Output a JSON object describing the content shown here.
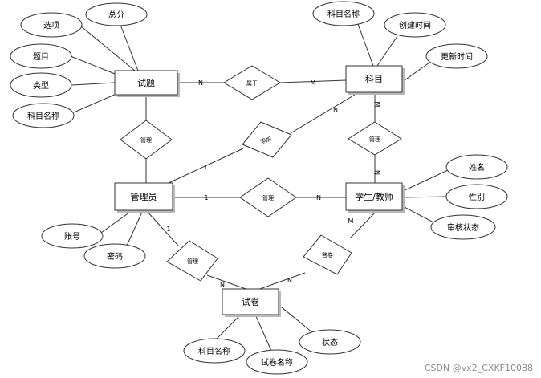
{
  "entities": {
    "question": "试题",
    "subject": "科目",
    "admin": "管理员",
    "student": "学生/教师",
    "paper": "试卷"
  },
  "attributes": {
    "options": "选项",
    "score": "总分",
    "topic": "题目",
    "type": "类型",
    "q_subject": "科目名称",
    "s_name": "科目名称",
    "created": "创建时间",
    "updated": "更新时间",
    "name": "姓名",
    "gender": "性别",
    "review": "审核状态",
    "account": "账号",
    "password": "密码",
    "p_subject": "科目名称",
    "p_name": "试卷名称",
    "p_status": "状态"
  },
  "relationships": {
    "belongs": "属于",
    "manage_q": "管理",
    "manage_s": "管理",
    "manage_user": "管理",
    "manage_p": "管理",
    "answer": "答卷",
    "add": "添加"
  },
  "cardinalities": {
    "q_belongs": "N",
    "belongs_s": "M",
    "s_manage": "M",
    "manage_stu": "N",
    "admin_add": "1",
    "add_s": "N",
    "admin_manage": "1",
    "manage_stu2": "N",
    "admin_managep": "1",
    "managep_paper": "N",
    "paper_answer": "N",
    "answer_stu": "M"
  },
  "watermark": "CSDN @vx2_CXKF10088"
}
